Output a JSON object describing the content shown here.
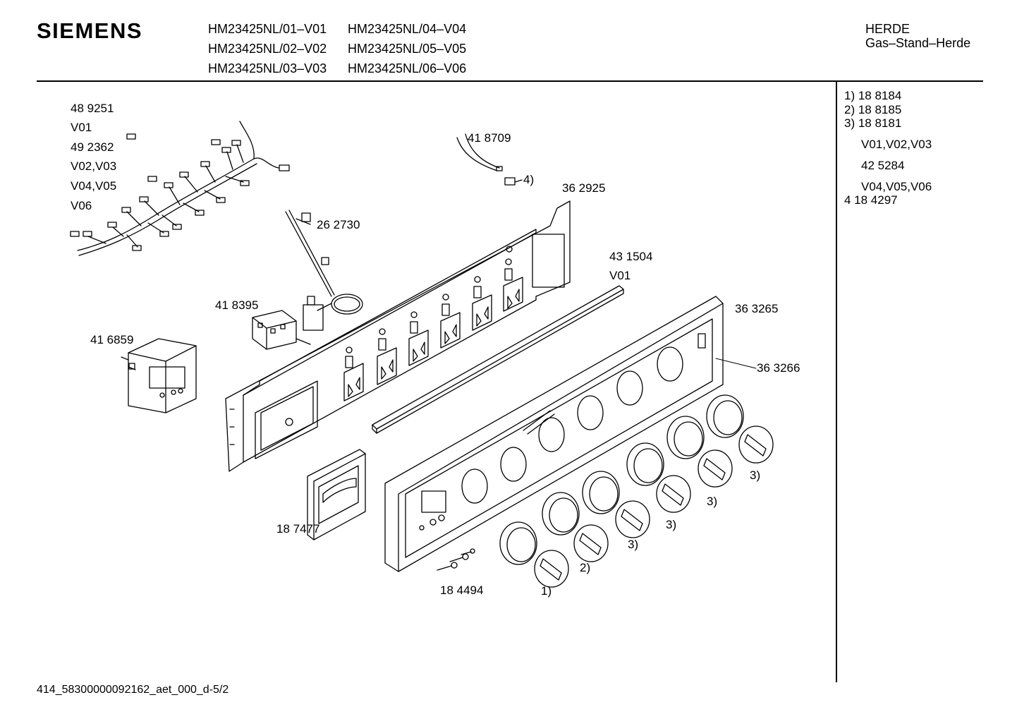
{
  "header": {
    "brand": "SIEMENS",
    "models": [
      "HM23425NL/01–V01",
      "HM23425NL/04–V04",
      "HM23425NL/02–V02",
      "HM23425NL/05–V05",
      "HM23425NL/03–V03",
      "HM23425NL/06–V06"
    ],
    "category": "HERDE",
    "subcategory": "Gas–Stand–Herde"
  },
  "legend": {
    "lines": [
      "1)  18 8184",
      "2)  18 8185",
      "3)  18 8181",
      "V01,V02,V03",
      "42 5284",
      "V04,V05,V06",
      "4   18 4297"
    ]
  },
  "parts": {
    "harness_labels": [
      "48 9251",
      "V01",
      "49 2362",
      "V02,V03",
      "V04,V05",
      "V06"
    ],
    "p418709": "41 8709",
    "note4": "4)",
    "p362925": "36 2925",
    "p262730": "26 2730",
    "p431504": "43 1504",
    "v01b": "V01",
    "p418395": "41 8395",
    "p363265": "36 3265",
    "p416859": "41 6859",
    "p363266": "36 3266",
    "p187477": "18 7477",
    "p184494": "18 4494",
    "knob_notes": [
      "3)",
      "3)",
      "3)",
      "3)",
      "2)",
      "1)"
    ]
  },
  "footer": {
    "code": "414_58300000092162_aet_000_d-5/2"
  }
}
